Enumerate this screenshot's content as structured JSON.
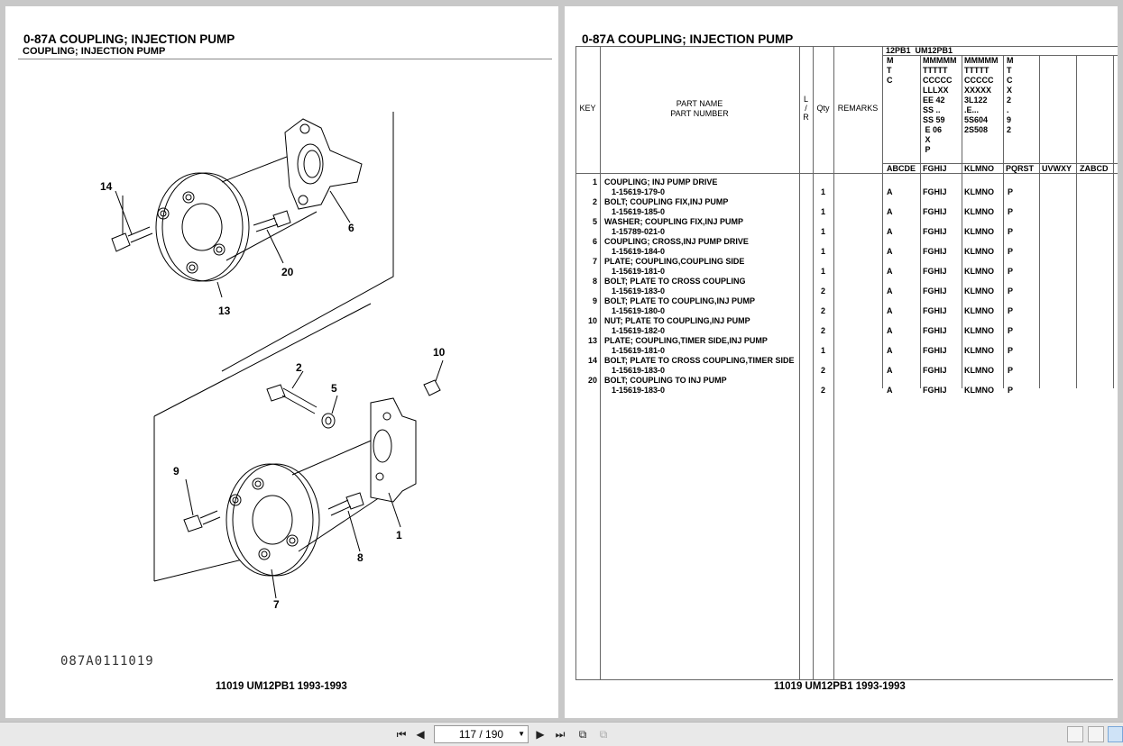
{
  "left_page": {
    "title": "0-87A  COUPLING; INJECTION PUMP",
    "subtitle": "COUPLING; INJECTION PUMP",
    "figure_code": "087A0111019",
    "footer": "11019 UM12PB1 1993-1993",
    "callouts": [
      "14",
      "6",
      "20",
      "13",
      "2",
      "5",
      "10",
      "9",
      "1",
      "8",
      "7"
    ]
  },
  "right_page": {
    "title": "0-87A  COUPLING; INJECTION PUMP",
    "footer": "11019 UM12PB1 1993-1993",
    "headers": {
      "key": "KEY",
      "part_name": "PART NAME",
      "part_number": "PART NUMBER",
      "lr": "L\n/\nR",
      "qty": "Qty",
      "remarks": "REMARKS",
      "model_group": "12PB1  UM12PB1"
    },
    "model_codes": [
      "M\nT\nC",
      "MMMMM\nTTTTT\nCCCCC\nLLLXX\nEE 42\nSS ..\nSS 59\n E 06\n X\n P",
      "MMMMM\nTTTTT\nCCCCC\nXXXXX\n3L122\n.E...\n5S604\n2S508",
      "M\nT\nC\nX\n2\n.\n9\n2"
    ],
    "filters": [
      "ABCDE",
      "FGHIJ",
      "KLMNO",
      "PQRST",
      "UVWXY",
      "ZABCD"
    ],
    "rows": [
      {
        "key": "1",
        "name": "COUPLING; INJ PUMP DRIVE",
        "number": "1-15619-179-0",
        "qty": "1",
        "c1": "A",
        "c2": "FGHIJ",
        "c3": "KLMNO",
        "c4": "P"
      },
      {
        "key": "2",
        "name": "BOLT; COUPLING FIX,INJ PUMP",
        "number": "1-15619-185-0",
        "qty": "1",
        "c1": "A",
        "c2": "FGHIJ",
        "c3": "KLMNO",
        "c4": "P"
      },
      {
        "key": "5",
        "name": "WASHER; COUPLING FIX,INJ PUMP",
        "number": "1-15789-021-0",
        "qty": "1",
        "c1": "A",
        "c2": "FGHIJ",
        "c3": "KLMNO",
        "c4": "P"
      },
      {
        "key": "6",
        "name": "COUPLING; CROSS,INJ PUMP DRIVE",
        "number": "1-15619-184-0",
        "qty": "1",
        "c1": "A",
        "c2": "FGHIJ",
        "c3": "KLMNO",
        "c4": "P"
      },
      {
        "key": "7",
        "name": "PLATE; COUPLING,COUPLING SIDE",
        "number": "1-15619-181-0",
        "qty": "1",
        "c1": "A",
        "c2": "FGHIJ",
        "c3": "KLMNO",
        "c4": "P"
      },
      {
        "key": "8",
        "name": "BOLT; PLATE TO CROSS COUPLING",
        "number": "1-15619-183-0",
        "qty": "2",
        "c1": "A",
        "c2": "FGHIJ",
        "c3": "KLMNO",
        "c4": "P"
      },
      {
        "key": "9",
        "name": "BOLT; PLATE TO COUPLING,INJ PUMP",
        "number": "1-15619-180-0",
        "qty": "2",
        "c1": "A",
        "c2": "FGHIJ",
        "c3": "KLMNO",
        "c4": "P"
      },
      {
        "key": "10",
        "name": "NUT; PLATE TO COUPLING,INJ PUMP",
        "number": "1-15619-182-0",
        "qty": "2",
        "c1": "A",
        "c2": "FGHIJ",
        "c3": "KLMNO",
        "c4": "P"
      },
      {
        "key": "13",
        "name": "PLATE; COUPLING,TIMER SIDE,INJ PUMP",
        "number": "1-15619-181-0",
        "qty": "1",
        "c1": "A",
        "c2": "FGHIJ",
        "c3": "KLMNO",
        "c4": "P"
      },
      {
        "key": "14",
        "name": "BOLT; PLATE TO CROSS COUPLING,TIMER SIDE",
        "number": "1-15619-183-0",
        "qty": "2",
        "c1": "A",
        "c2": "FGHIJ",
        "c3": "KLMNO",
        "c4": "P"
      },
      {
        "key": "20",
        "name": "BOLT; COUPLING TO INJ PUMP",
        "number": "1-15619-183-0",
        "qty": "2",
        "c1": "A",
        "c2": "FGHIJ",
        "c3": "KLMNO",
        "c4": "P"
      }
    ]
  },
  "toolbar": {
    "page_indicator": "117 / 190"
  }
}
